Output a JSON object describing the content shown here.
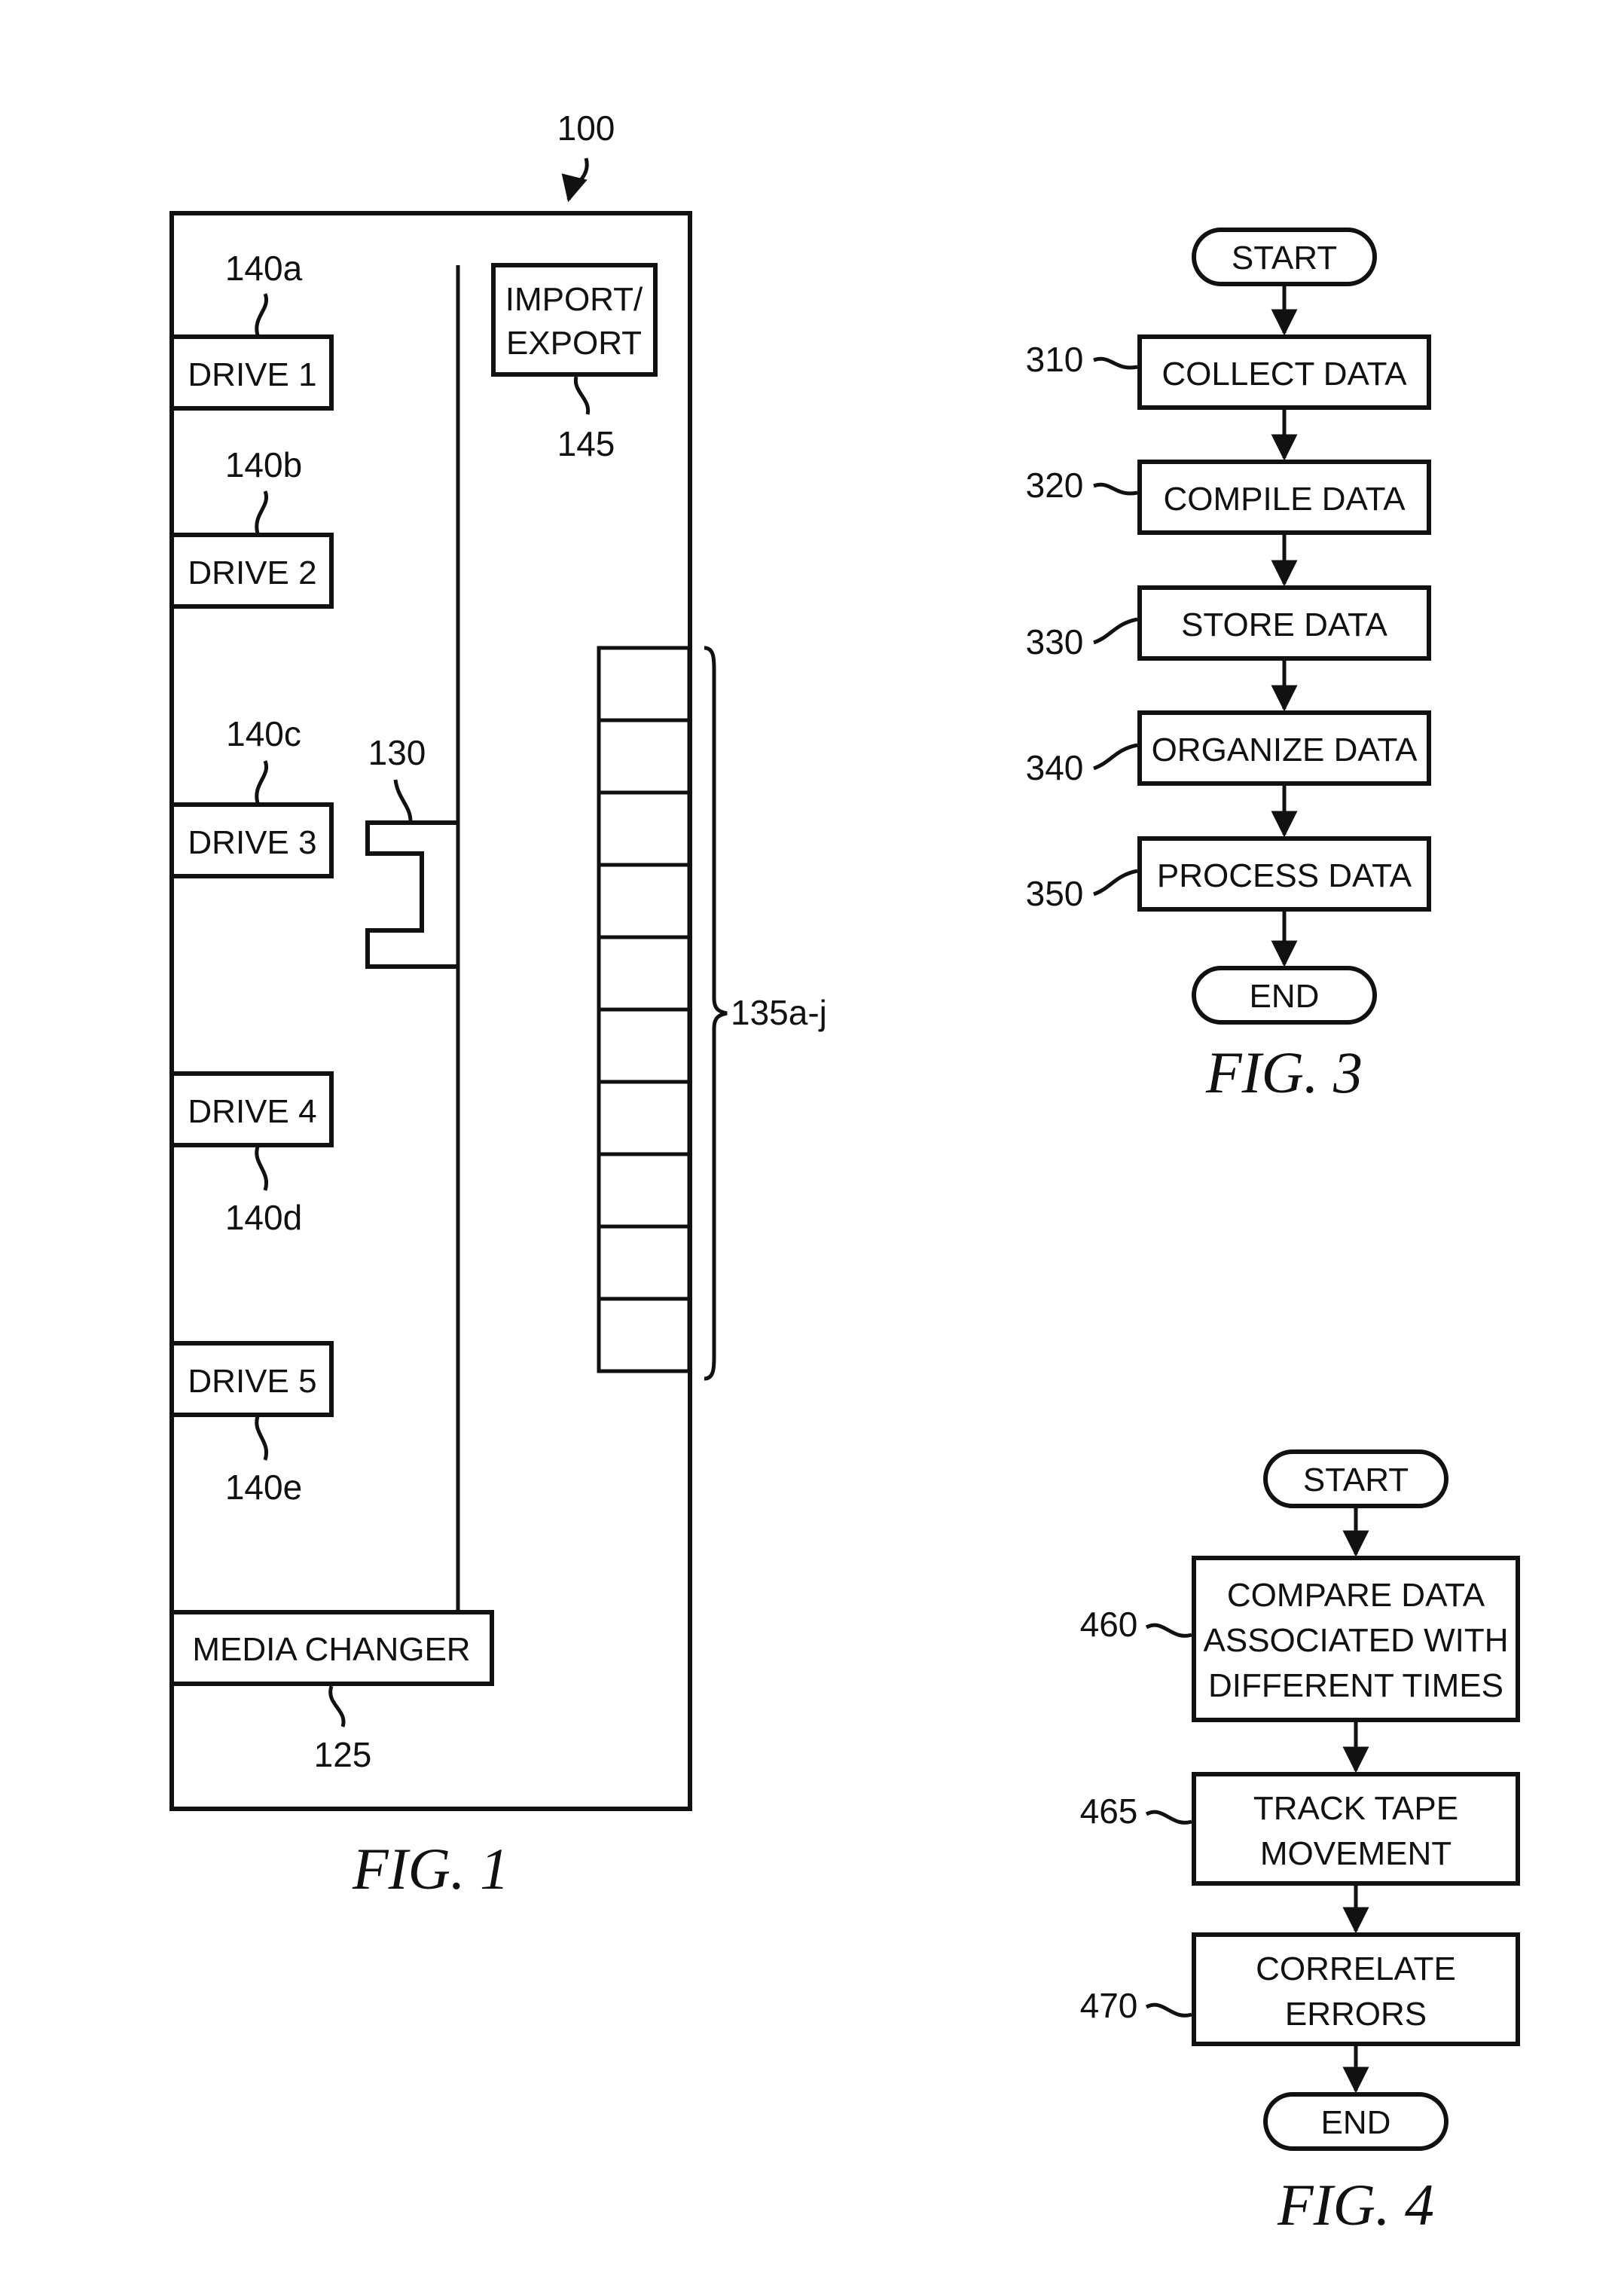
{
  "fig1": {
    "caption": "FIG. 1",
    "ref_100": "100",
    "drives": [
      {
        "label": "DRIVE 1",
        "ref": "140a"
      },
      {
        "label": "DRIVE 2",
        "ref": "140b"
      },
      {
        "label": "DRIVE 3",
        "ref": "140c"
      },
      {
        "label": "DRIVE 4",
        "ref": "140d"
      },
      {
        "label": "DRIVE 5",
        "ref": "140e"
      }
    ],
    "import_export": {
      "line1": "IMPORT/",
      "line2": "EXPORT",
      "ref": "145"
    },
    "picker_ref": "130",
    "slots_ref": "135a-j",
    "media_changer": {
      "label": "MEDIA CHANGER",
      "ref": "125"
    }
  },
  "fig3": {
    "caption": "FIG. 3",
    "start": "START",
    "end": "END",
    "steps": [
      {
        "ref": "310",
        "label": "COLLECT DATA"
      },
      {
        "ref": "320",
        "label": "COMPILE DATA"
      },
      {
        "ref": "330",
        "label": "STORE DATA"
      },
      {
        "ref": "340",
        "label": "ORGANIZE DATA"
      },
      {
        "ref": "350",
        "label": "PROCESS DATA"
      }
    ]
  },
  "fig4": {
    "caption": "FIG. 4",
    "start": "START",
    "end": "END",
    "steps": [
      {
        "ref": "460",
        "lines": [
          "COMPARE DATA",
          "ASSOCIATED WITH",
          "DIFFERENT TIMES"
        ]
      },
      {
        "ref": "465",
        "lines": [
          "TRACK TAPE",
          "MOVEMENT"
        ]
      },
      {
        "ref": "470",
        "lines": [
          "CORRELATE",
          "ERRORS"
        ]
      }
    ]
  }
}
